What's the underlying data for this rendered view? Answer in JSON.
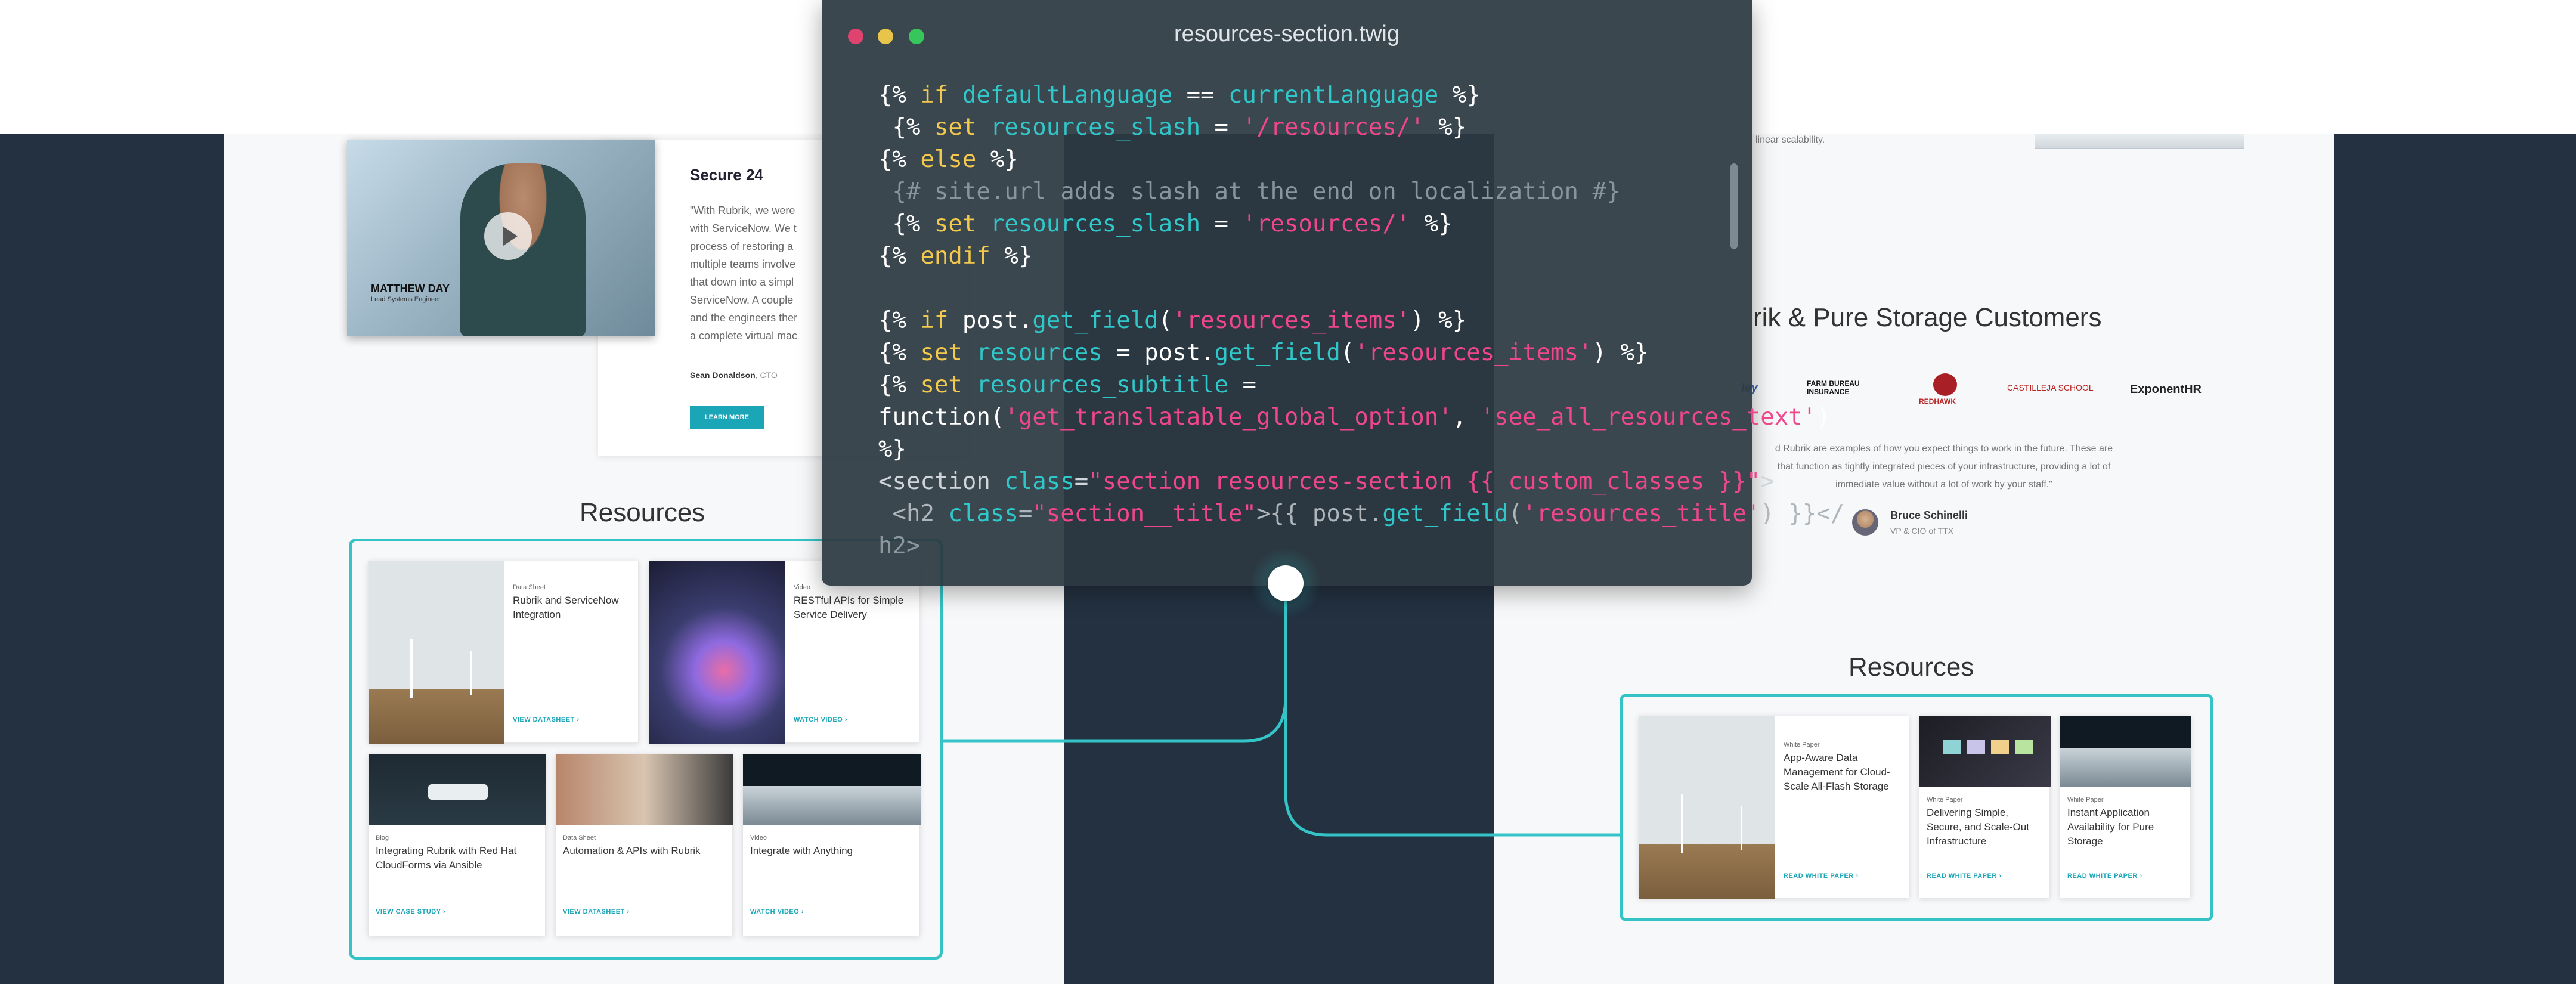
{
  "code_window": {
    "title": "resources-section.twig"
  },
  "left_page": {
    "video": {
      "person_name": "MATTHEW DAY",
      "person_role": "Lead Systems Engineer"
    },
    "testimonial": {
      "logo": "Secure 24",
      "quote_lines": [
        "\"With Rubrik, we were",
        "with ServiceNow. We t",
        "process of restoring a",
        "multiple teams involve",
        "that down into a simpl",
        "ServiceNow. A couple",
        "and the engineers ther",
        "a complete virtual mac"
      ],
      "author": "Sean Donaldson",
      "author_role": ", CTO",
      "button": "LEARN MORE"
    },
    "section_title": "Resources",
    "cards": [
      {
        "tag": "Data Sheet",
        "title": "Rubrik and ServiceNow Integration",
        "cta": "VIEW DATASHEET"
      },
      {
        "tag": "Video",
        "title": "RESTful APIs for Simple Service Delivery",
        "cta": "WATCH VIDEO"
      },
      {
        "tag": "Blog",
        "title": "Integrating Rubrik with Red Hat CloudForms via Ansible",
        "cta": "VIEW CASE STUDY"
      },
      {
        "tag": "Data Sheet",
        "title": "Automation & APIs with Rubrik",
        "cta": "VIEW DATASHEET"
      },
      {
        "tag": "Video",
        "title": "Integrate with Anything",
        "cta": "WATCH VIDEO"
      }
    ]
  },
  "right_page": {
    "top_text": "linear scalability.",
    "customers_title": "rik & Pure Storage Customers",
    "logos": [
      "ley",
      "FARM BUREAU INSURANCE",
      "REDHAWK",
      "CASTILLEJA SCHOOL",
      "ExponentHR"
    ],
    "quote_lines": [
      "d Rubrik are examples of how you expect things to work in the future. These are",
      "that function as tightly integrated pieces of your infrastructure, providing a lot of",
      "immediate value without a lot of work by your staff.\""
    ],
    "author": "Bruce Schinelli",
    "author_role": "VP & CIO of TTX",
    "section_title": "Resources",
    "cards": [
      {
        "tag": "White Paper",
        "title": "App-Aware Data Management for Cloud-Scale All-Flash Storage",
        "cta": "READ WHITE PAPER"
      },
      {
        "tag": "White Paper",
        "title": "Delivering Simple, Secure, and Scale-Out Infrastructure",
        "cta": "READ WHITE PAPER"
      },
      {
        "tag": "White Paper",
        "title": "Instant Application Availability for Pure Storage",
        "cta": "READ WHITE PAPER"
      }
    ]
  },
  "colors": {
    "accent": "#34c3c6",
    "dark_bg": "#233140",
    "code_bg": "#2c3942",
    "keyword": "#f2c94c",
    "variable": "#2fc7c9",
    "string": "#f0468c"
  }
}
